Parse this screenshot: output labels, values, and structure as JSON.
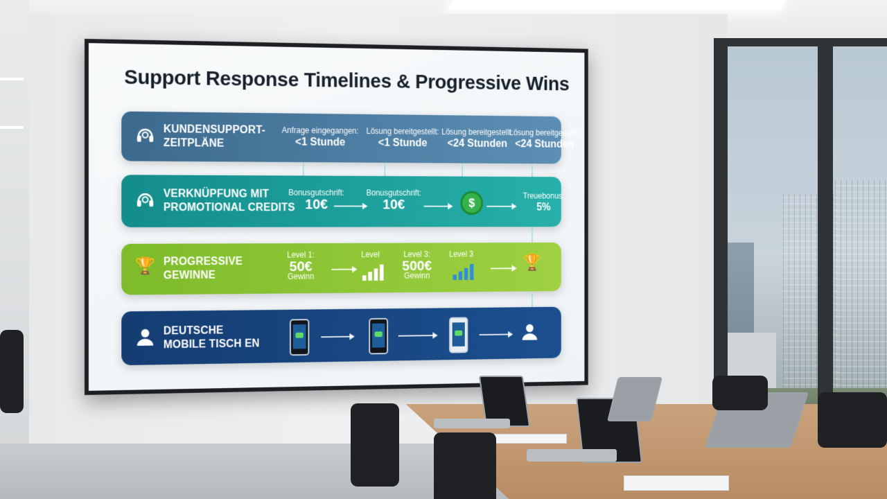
{
  "screen": {
    "title": "Support Response Timelines & Progressive Wins",
    "rows": {
      "support": {
        "label_line1": "KUNDENSUPPORT-",
        "label_line2": "ZEITPLÄNE",
        "icon": "headset-icon",
        "cells": [
          {
            "caption": "Anfrage eingegangen:",
            "value": "<1 Stunde"
          },
          {
            "caption": "Lösung bereitgestellt:",
            "value": "<1 Stunde"
          },
          {
            "caption": "Lösung bereitgestellt:",
            "value": "<24 Stunden"
          },
          {
            "caption": "Lösung bereitgestellt:",
            "value": "<24 Stunden"
          }
        ]
      },
      "promo": {
        "label_line1": "VERKNÜPFUNG MIT",
        "label_line2": "PROMOTIONAL CREDITS",
        "icon": "headset-icon",
        "cells": [
          {
            "caption": "Bonusgutschrift:",
            "value": "10€"
          },
          {
            "caption": "Bonusgutschrift:",
            "value": "10€"
          },
          {
            "caption": "Treuebonus:",
            "value": "5%"
          }
        ],
        "coin_symbol": "$"
      },
      "progressive": {
        "label_line1": "PROGRESSIVE",
        "label_line2": "GEWINNE",
        "icon": "trophy-icon",
        "cells": [
          {
            "caption": "Level 1:",
            "value": "50€",
            "sub": "Gewinn"
          },
          {
            "caption": "Level",
            "value": "",
            "sub": ""
          },
          {
            "caption": "Level 3:",
            "value": "500€",
            "sub": "Gewinn"
          },
          {
            "caption": "Level 3",
            "value": "",
            "sub": ""
          }
        ]
      },
      "mobile": {
        "label_line1": "DEUTSCHE",
        "label_line2": "MOBILE TISCH EN",
        "icon": "user-icon"
      }
    }
  },
  "colors": {
    "support_band": "#4f7fa6",
    "promo_band": "#1fa09c",
    "progressive_band": "#8cc636",
    "mobile_band": "#17457f"
  }
}
